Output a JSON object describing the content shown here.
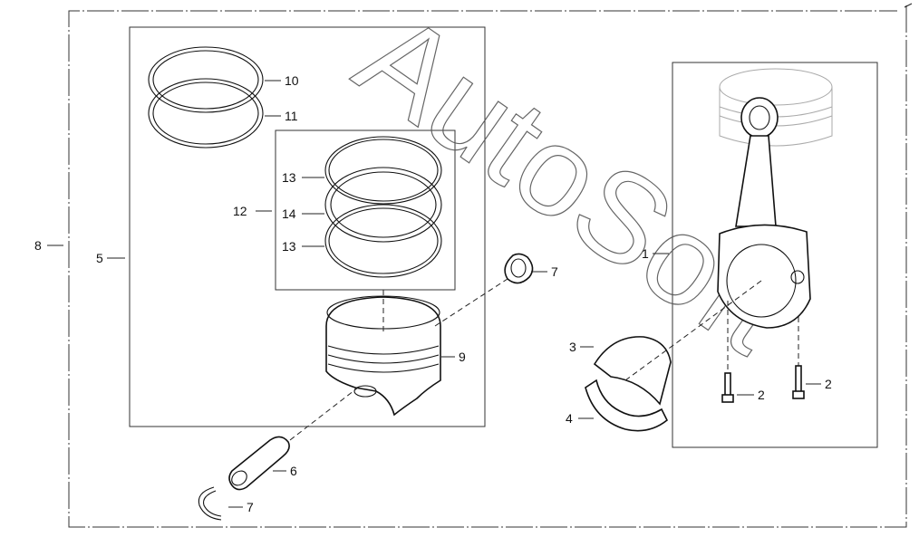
{
  "callouts": {
    "c1": "1",
    "c2a": "2",
    "c2b": "2",
    "c3": "3",
    "c4": "4",
    "c5": "5",
    "c6": "6",
    "c7a": "7",
    "c7b": "7",
    "c8": "8",
    "c9": "9",
    "c10": "10",
    "c11": "11",
    "c12": "12",
    "c13a": "13",
    "c13b": "13",
    "c14": "14"
  },
  "watermark": {
    "text": "AutoSoft"
  }
}
